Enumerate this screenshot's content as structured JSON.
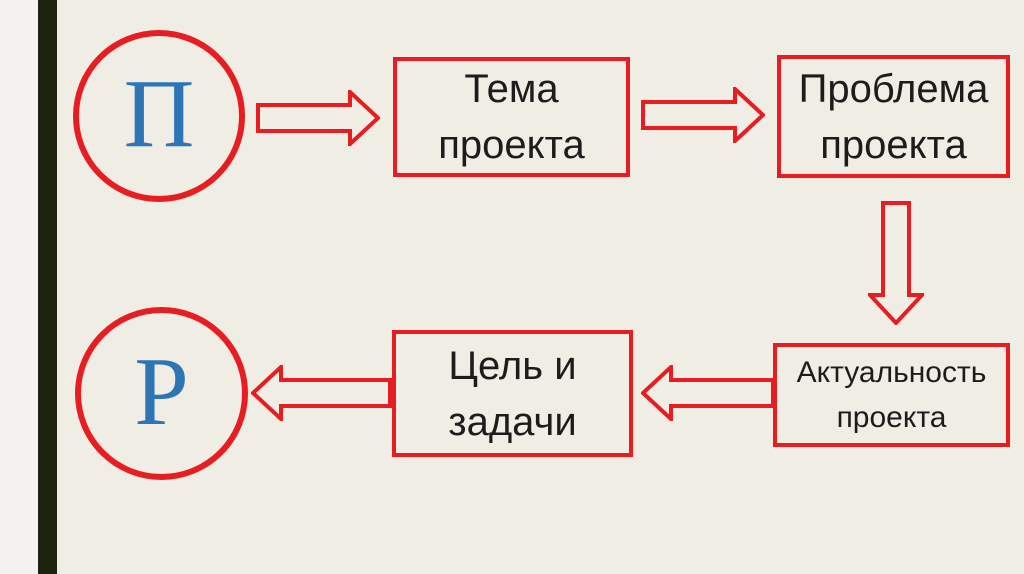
{
  "slide": {
    "palette": {
      "background": "#f0ede4",
      "left_stripe": "#f3f2ee",
      "side_bar": "#1e2211",
      "accent_red": "#e71d22",
      "letter_blue": "#2e75b6",
      "text_black": "#1c1c1c"
    },
    "circles": [
      {
        "id": "project-initial-top",
        "letter": "П"
      },
      {
        "id": "project-initial-bottom",
        "letter": "Р"
      }
    ],
    "boxes": [
      {
        "id": "theme",
        "lines": [
          "Тема",
          "проекта"
        ]
      },
      {
        "id": "problem",
        "lines": [
          "Проблема",
          "проекта"
        ]
      },
      {
        "id": "goal",
        "lines": [
          "Цель и",
          "задачи"
        ]
      },
      {
        "id": "relevance",
        "lines": [
          "Актуальность",
          "проекта"
        ]
      }
    ],
    "arrows": [
      {
        "id": "arrow-circle-to-theme",
        "direction": "right"
      },
      {
        "id": "arrow-theme-to-problem",
        "direction": "right"
      },
      {
        "id": "arrow-problem-to-relevance",
        "direction": "down"
      },
      {
        "id": "arrow-relevance-to-goal",
        "direction": "left"
      },
      {
        "id": "arrow-goal-to-circle",
        "direction": "left"
      }
    ]
  }
}
